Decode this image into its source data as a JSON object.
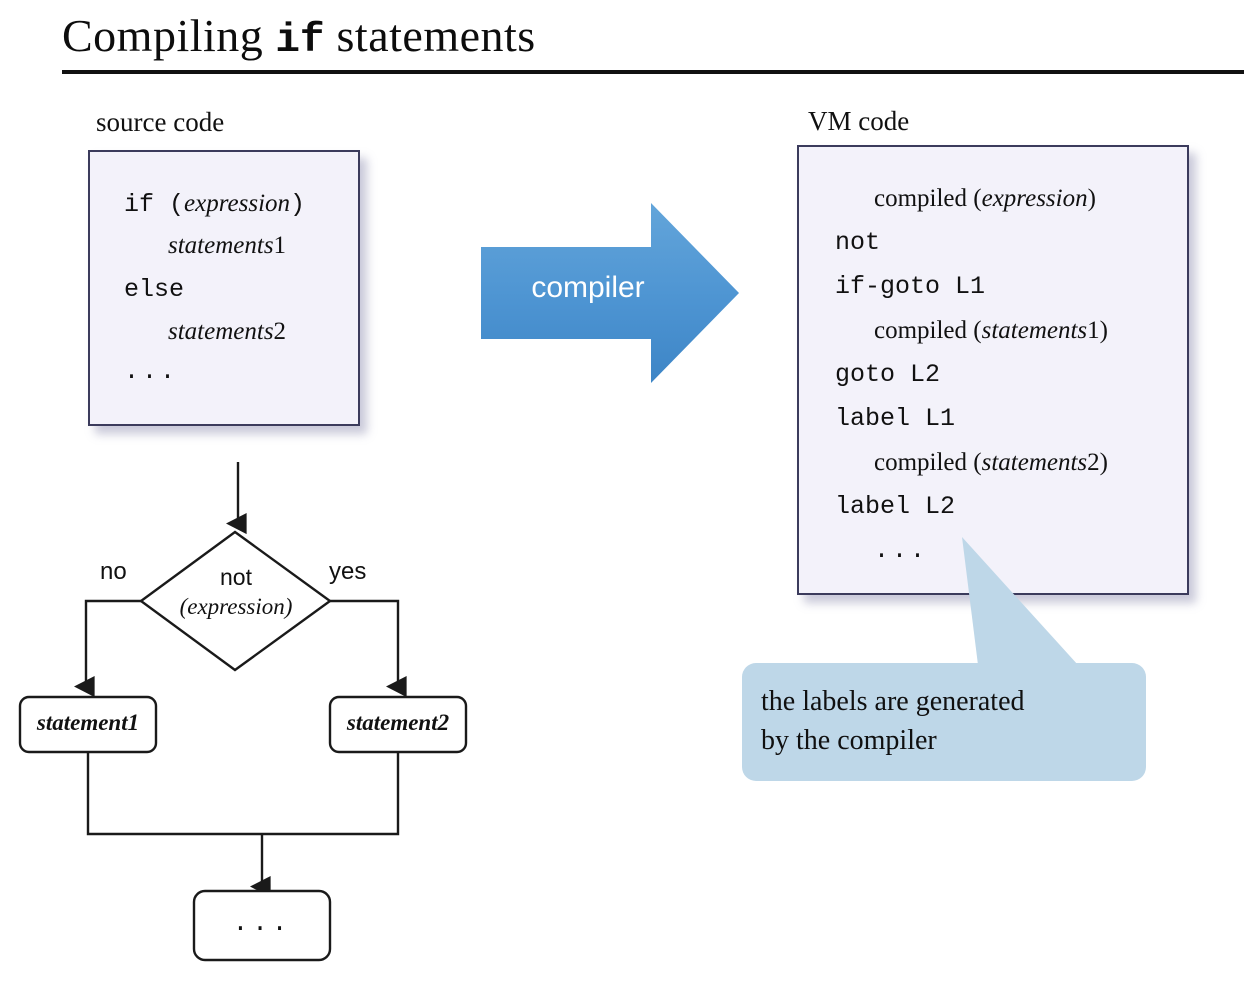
{
  "slide": {
    "title_prefix": "Compiling ",
    "title_mono": "if",
    "title_suffix": " statements",
    "rule_color": "#111111",
    "background": "#ffffff"
  },
  "source_panel": {
    "caption": "source code",
    "fill": "#f3f2fa",
    "border": "#3b3b5c",
    "lines": [
      {
        "id": "src-l1",
        "kind": "mono",
        "keyword": "if",
        "paren_open": " (",
        "emphasis": "expression",
        "paren_close": ")"
      },
      {
        "id": "src-l2",
        "kind": "serif-italic",
        "emphasis": "statements",
        "suffix": "1"
      },
      {
        "id": "src-l3",
        "kind": "mono",
        "keyword": "else"
      },
      {
        "id": "src-l4",
        "kind": "serif-italic",
        "emphasis": "statements",
        "suffix": "2"
      },
      {
        "id": "src-l5",
        "kind": "mono",
        "keyword": "..."
      }
    ]
  },
  "vm_panel": {
    "caption": "VM code",
    "fill": "#f3f2fa",
    "border": "#3b3b5c",
    "lines": [
      {
        "id": "vm-l1",
        "kind": "serif",
        "keyword": "compiled (",
        "emphasis": "expression",
        "paren_close": ")"
      },
      {
        "id": "vm-l2",
        "kind": "mono",
        "keyword": "not"
      },
      {
        "id": "vm-l3",
        "kind": "mono",
        "keyword": "if-goto L1"
      },
      {
        "id": "vm-l4",
        "kind": "serif",
        "keyword": "compiled (",
        "emphasis": "statements",
        "suffix": "1",
        "paren_close": ")"
      },
      {
        "id": "vm-l5",
        "kind": "mono",
        "keyword": "goto L2"
      },
      {
        "id": "vm-l6",
        "kind": "mono",
        "keyword": "label L1"
      },
      {
        "id": "vm-l7",
        "kind": "serif",
        "keyword": "compiled (",
        "emphasis": "statements",
        "suffix": "2",
        "paren_close": ")"
      },
      {
        "id": "vm-l8",
        "kind": "mono",
        "keyword": "label L2"
      },
      {
        "id": "vm-l9",
        "kind": "mono",
        "keyword": "..."
      }
    ]
  },
  "compiler_arrow": {
    "label": "compiler",
    "fill_start": "#5b9ed6",
    "fill_end": "#3f87c8",
    "label_color": "#ffffff",
    "direction": "right"
  },
  "flowchart": {
    "decision": {
      "line1": "not",
      "line2": "(expression)"
    },
    "branch_no": "no",
    "branch_yes": "yes",
    "node_left": "statement1",
    "node_right": "statement2",
    "node_merge": "...",
    "stroke": "#1a1a1a"
  },
  "callout": {
    "line1": "the labels are generated",
    "line2": "by the compiler",
    "fill": "#bed7e8",
    "text_color": "#101010"
  }
}
